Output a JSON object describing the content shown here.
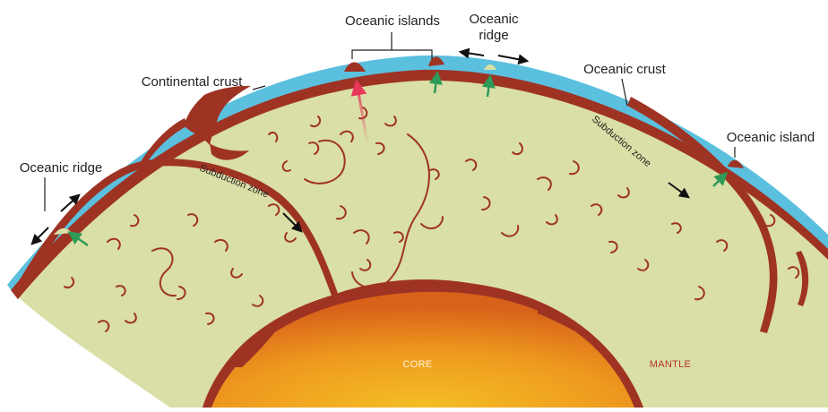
{
  "labels": {
    "oceanic_islands": "Oceanic islands",
    "oceanic_ridge_top_line1": "Oceanic",
    "oceanic_ridge_top_line2": "ridge",
    "continental_crust": "Continental crust",
    "oceanic_crust": "Oceanic crust",
    "oceanic_ridge_left": "Oceanic ridge",
    "oceanic_island_right": "Oceanic island",
    "subduction_zone_left": "Subduction zone",
    "subduction_zone_right": "Subduction zone",
    "core": "CORE",
    "mantle": "MANTLE"
  },
  "colors": {
    "mantle": "#d9dfa6",
    "crust": "#9e3324",
    "ocean": "#5bc0de",
    "core_center": "#f2b020",
    "core_edge": "#d85f12",
    "upwelling_arrow": "#2f9a57",
    "plume_arrow": "#e8385a",
    "motion_arrow": "#111111"
  }
}
